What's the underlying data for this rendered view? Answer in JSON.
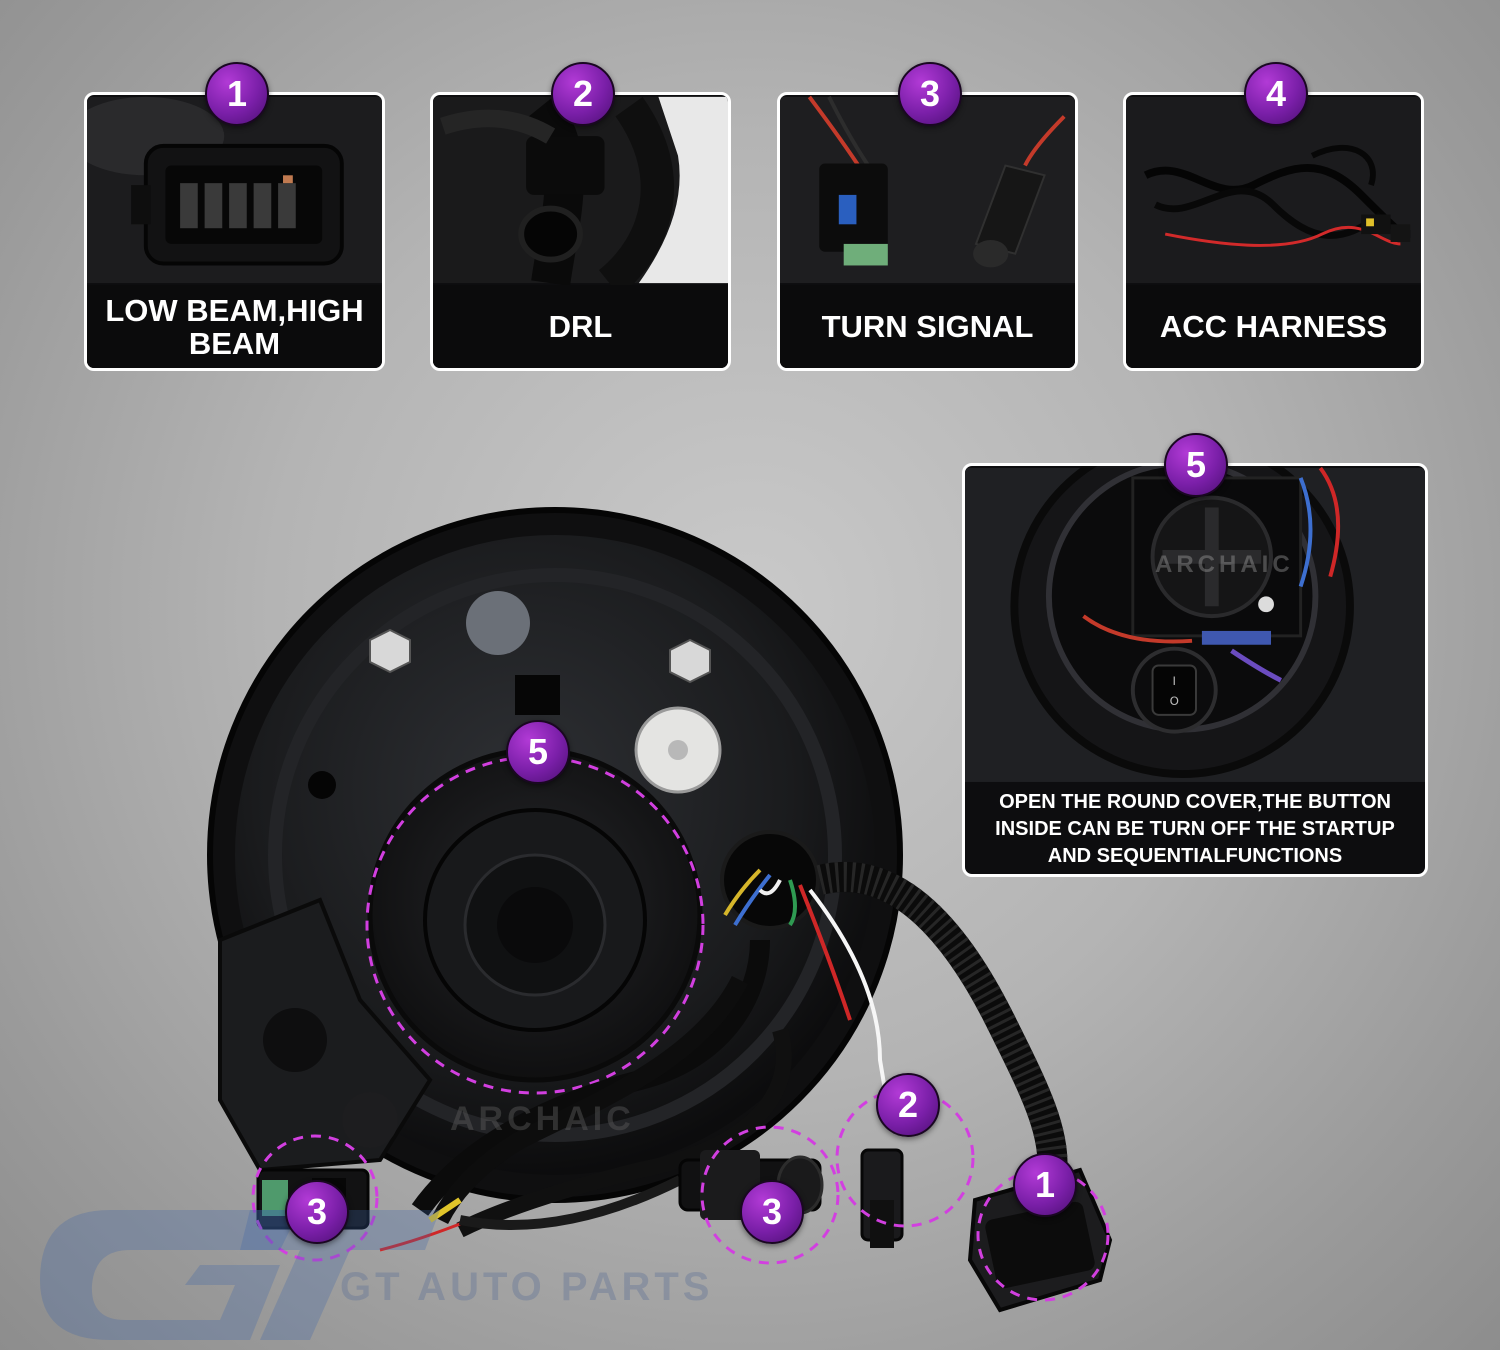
{
  "cards": [
    {
      "number": "1",
      "label": "LOW BEAM,HIGH BEAM",
      "icon": "low-high-beam-connector"
    },
    {
      "number": "2",
      "label": "DRL",
      "icon": "drl-connector"
    },
    {
      "number": "3",
      "label": "TURN SIGNAL",
      "icon": "turn-signal-connector"
    },
    {
      "number": "4",
      "label": "ACC HARNESS",
      "icon": "acc-harness"
    }
  ],
  "feature5": {
    "number": "5",
    "caption": "OPEN THE ROUND COVER,THE BUTTON INSIDE CAN BE TURN OFF THE STARTUP AND SEQUENTIALFUNCTIONS",
    "watermark": "ARCHAIC"
  },
  "callouts": {
    "cover": "5",
    "drl": "2",
    "main": "1",
    "turn_left": "3",
    "turn_right": "3"
  },
  "watermark": {
    "brand": "ARCHAIC",
    "logo": "GT AUTO PARTS"
  },
  "colors": {
    "badge": "#8a2bbf",
    "dash": "#d23fe0",
    "card_bg": "#0d0d0f",
    "border": "#ffffff"
  }
}
